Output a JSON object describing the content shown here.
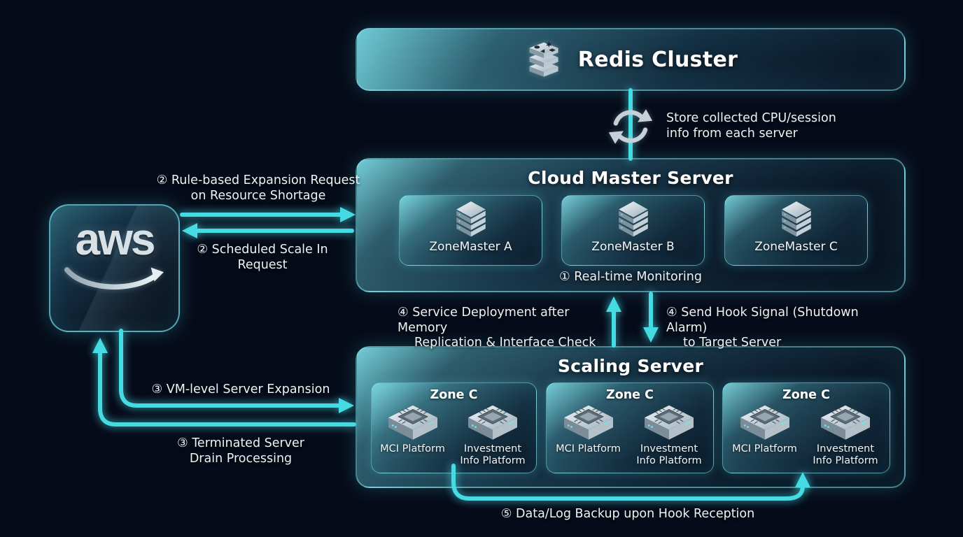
{
  "colors": {
    "background": "#060b19",
    "accent": "#46dbe2",
    "text": "#eef3f6"
  },
  "redis": {
    "title": "Redis Cluster"
  },
  "store_note": {
    "line1": "Store collected CPU/session",
    "line2": "info from each server"
  },
  "cloud_master": {
    "title": "Cloud Master Server",
    "zone_masters": [
      {
        "label": "ZoneMaster A"
      },
      {
        "label": "ZoneMaster B"
      },
      {
        "label": "ZoneMaster C"
      }
    ],
    "monitoring_label": "① Real-time Monitoring"
  },
  "aws": {
    "logo_text": "aws"
  },
  "scaling": {
    "title": "Scaling Server",
    "zones": [
      {
        "title": "Zone C",
        "platform1": "MCI Platform",
        "platform2": "Investment Info Platform"
      },
      {
        "title": "Zone C",
        "platform1": "MCI Platform",
        "platform2": "Investment Info Platform"
      },
      {
        "title": "Zone C",
        "platform1": "MCI Platform",
        "platform2": "Investment Info Platform"
      }
    ]
  },
  "edges": {
    "rule_based": {
      "line1": "② Rule-based Expansion Request",
      "line2": "on Resource Shortage"
    },
    "scale_in": {
      "line1": "② Scheduled Scale In",
      "line2": "Request"
    },
    "service_deploy": {
      "line1": "④ Service Deployment after Memory",
      "line2": "Replication & Interface Check"
    },
    "hook_signal": {
      "line1": "④ Send Hook Signal (Shutdown Alarm)",
      "line2": "to Target Server"
    },
    "vm_expansion": {
      "line1": "③ VM-level Server Expansion"
    },
    "drain": {
      "line1": "③ Terminated Server",
      "line2": "Drain Processing"
    },
    "backup": {
      "line1": "⑤ Data/Log Backup upon Hook Reception"
    }
  }
}
